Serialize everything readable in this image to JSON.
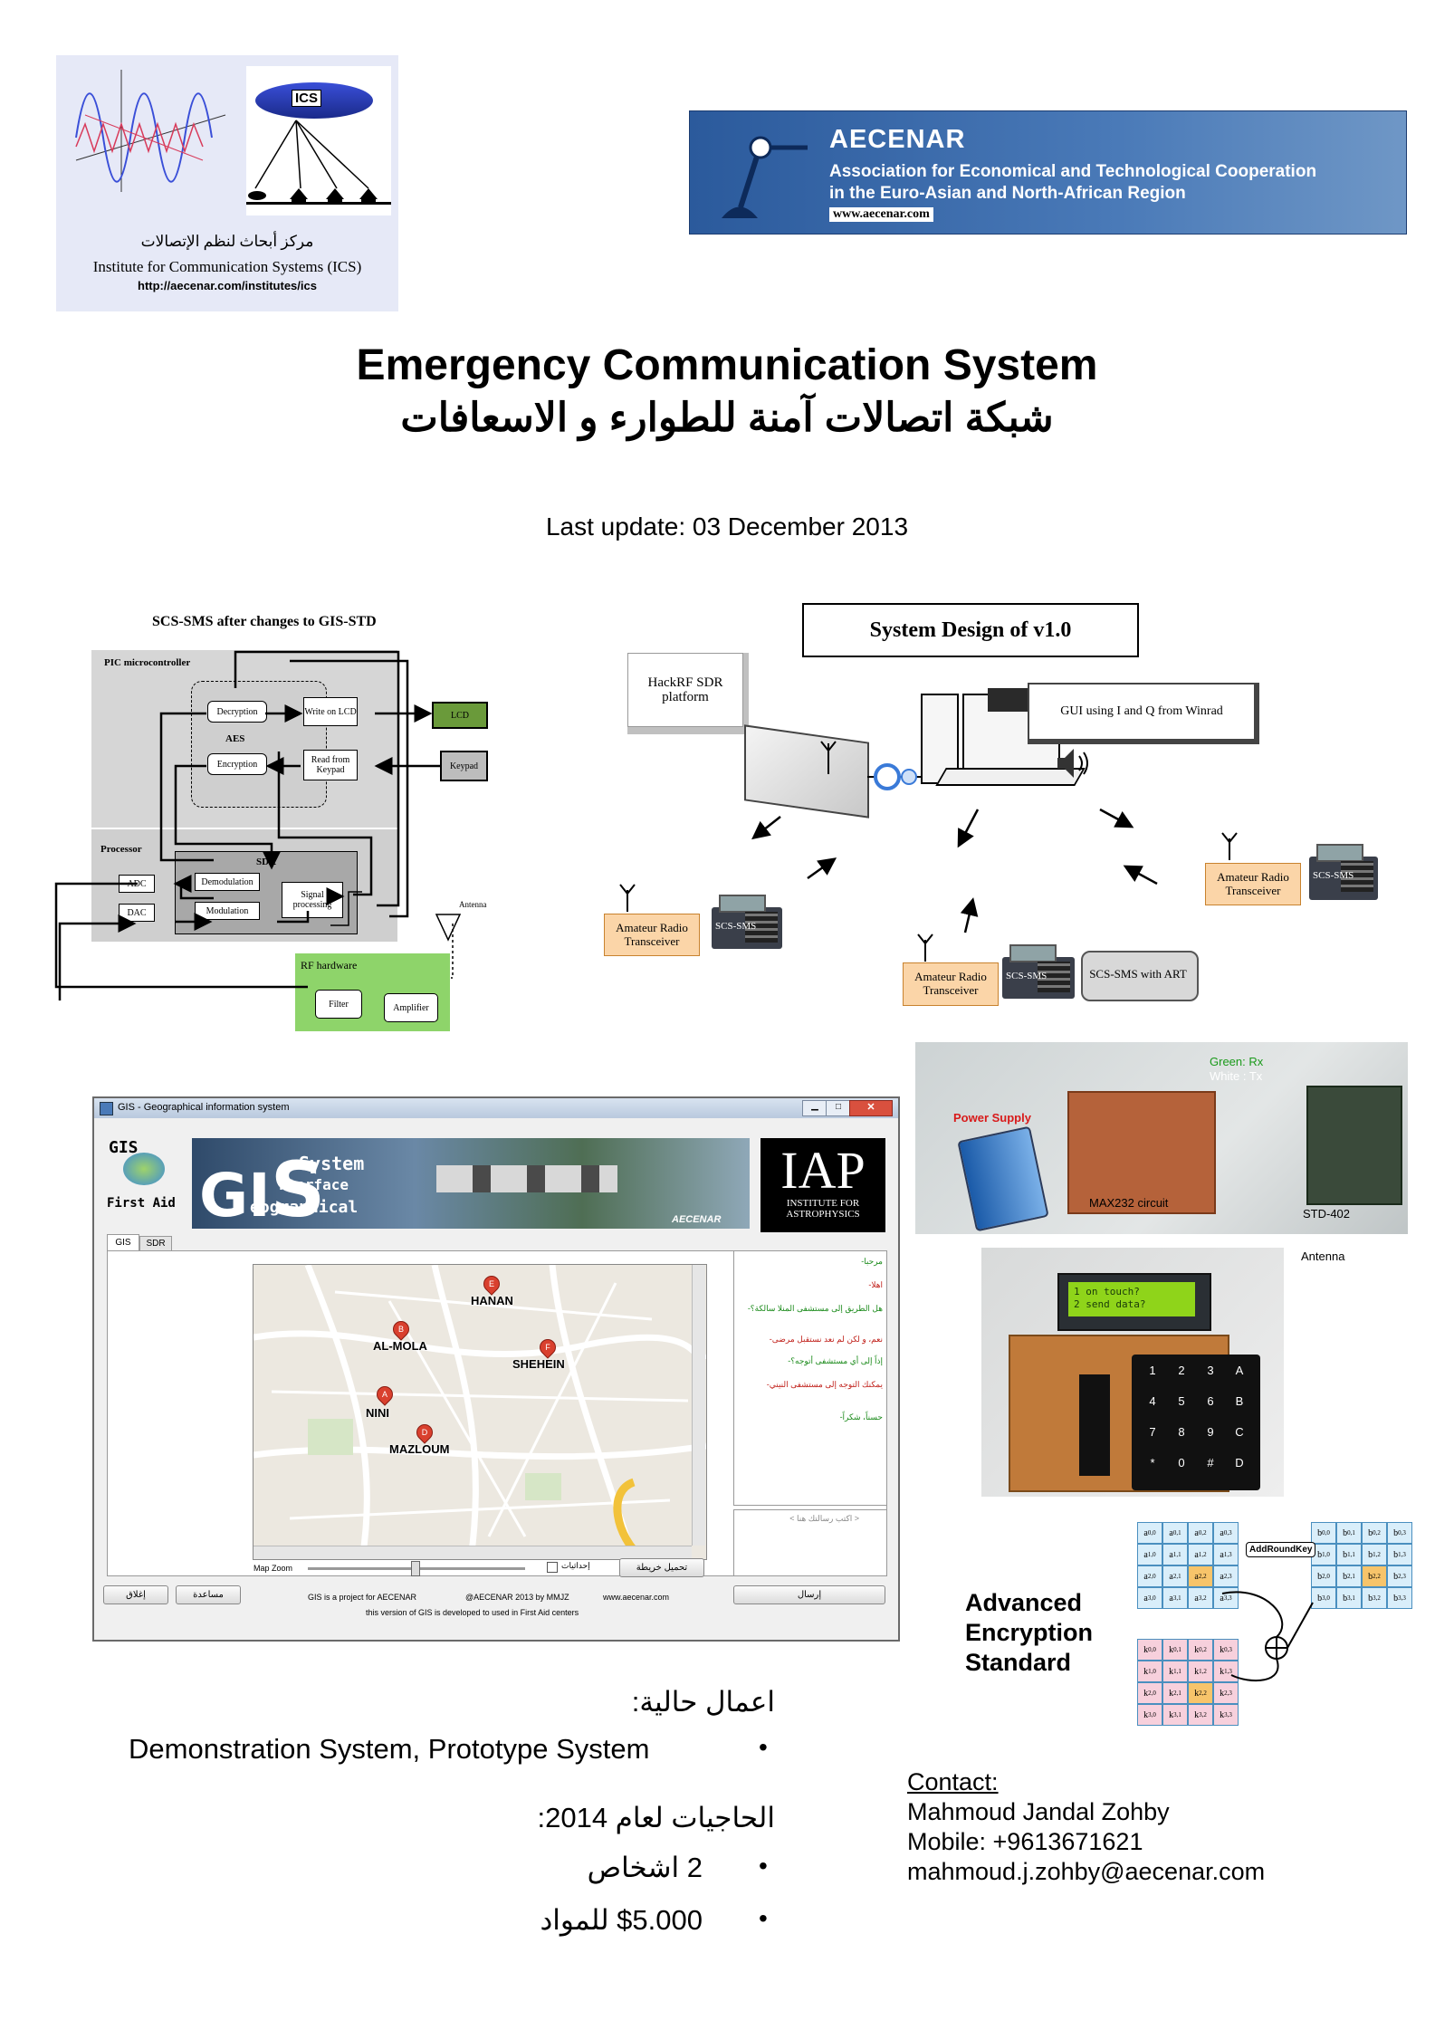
{
  "ics_logo": {
    "badge": "ICS",
    "arabic_name": "مركز أبحاث لنظم الإتصالات",
    "english_name": "Institute for Communication Systems (ICS)",
    "url": "http://aecenar.com/institutes/ics"
  },
  "aecenar_banner": {
    "name": "AECENAR",
    "line1": "Association for Economical and Technological Cooperation",
    "line2": "in the Euro-Asian and North-African Region",
    "url": "www.aecenar.com"
  },
  "title": {
    "english": "Emergency Communication System",
    "arabic": "شبكة اتصالات آمنة للطوارء و الاسعافات",
    "last_update": "Last update: 03 December 2013"
  },
  "scs_diagram": {
    "title": "SCS-SMS after changes to GIS-STD",
    "pic_label": "PIC microcontroller",
    "decryption": "Decryption",
    "aes": "AES",
    "encryption": "Encryption",
    "write_lcd": "Write on LCD",
    "read_keypad": "Read from Keypad",
    "lcd": "LCD",
    "keypad": "Keypad",
    "processor_label": "Processor",
    "sdr": "SDR",
    "adc": "ADC",
    "dac": "DAC",
    "demodulation": "Demodulation",
    "modulation": "Modulation",
    "signal_processing": "Signal processing",
    "rf_label": "RF hardware",
    "filter": "Filter",
    "amplifier": "Amplifier",
    "antenna": "Antenna"
  },
  "system_design": {
    "title": "System Design of v1.0",
    "hackrf": "HackRF SDR platform",
    "gui_note": "GUI using I and Q from Winrad",
    "transceiver": "Amateur Radio Transceiver",
    "device_label": "SCS-SMS",
    "scs_art": "SCS-SMS with ART"
  },
  "gis_window": {
    "title": "GIS - Geographical information system",
    "logo_text": "GIS",
    "first_aid": "First Aid",
    "banner_line1": "System",
    "banner_line2": "nterface",
    "banner_line3": "eographical",
    "aecenar_tag": "AECENAR",
    "iap": "IAP",
    "iap_sub": "INSTITUTE FOR ASTROPHYSICS",
    "tabs": [
      "GIS",
      "SDR"
    ],
    "map_labels": [
      "HANAN",
      "AL-MOLA",
      "SHEHEIN",
      "NINI",
      "MAZLOUM"
    ],
    "pins": [
      "E",
      "B",
      "F",
      "A",
      "D"
    ],
    "map_zoom": "Map Zoom",
    "coords_label": "إحداثيات",
    "load_map": "تحميل خريطة",
    "chat": [
      "مرحبا-",
      "اهلا-",
      "هل الطريق إلى مستشفى المنلا سالكة؟-",
      "نعم، و لكن لم نعد نستقبل مرضى-",
      "إذاً إلى أي مستشفى أتوجه؟-",
      "يمكنك التوجه إلى مستشفى النيني-",
      "حسناً، شكراً-"
    ],
    "chat_placeholder": "< اكتب رسالتك هنا >",
    "close_btn": "إغلاق",
    "help_btn": "مساعدة",
    "send_btn": "إرسال",
    "footer1": "GIS is a project for AECENAR",
    "footer2": "@AECENAR 2013 by MMJZ",
    "footer3": "www.aecenar.com",
    "footer4": "this version of GIS is developed to used in First Aid centers"
  },
  "hardware_photo": {
    "power_supply": "Power Supply",
    "max232": "MAX232 circuit",
    "std402": "STD-402",
    "antenna": "Antenna",
    "rx": "Green: Rx",
    "tx": "White : Tx"
  },
  "keypad_photo": {
    "lcd_line1": "1 on touch?",
    "lcd_line2": "2 send data?",
    "keys": [
      "1",
      "2",
      "3",
      "A",
      "4",
      "5",
      "6",
      "B",
      "7",
      "8",
      "9",
      "C",
      "*",
      "0",
      "#",
      "D"
    ]
  },
  "aes": {
    "label_line1": "Advanced",
    "label_line2": "Encryption",
    "label_line3": "Standard",
    "add_round_key": "AddRoundKey"
  },
  "current_work": {
    "heading": "اعمال حالية:",
    "item": "Demonstration System, Prototype System"
  },
  "needs": {
    "heading": "الحاجيات لعام 2014:",
    "items": [
      "2 اشخاص",
      "$5.000 للمواد"
    ]
  },
  "contact": {
    "heading": "Contact:",
    "name": "Mahmoud Jandal Zohby",
    "mobile": "Mobile: +9613671621",
    "email": "mahmoud.j.zohby@aecenar.com"
  }
}
